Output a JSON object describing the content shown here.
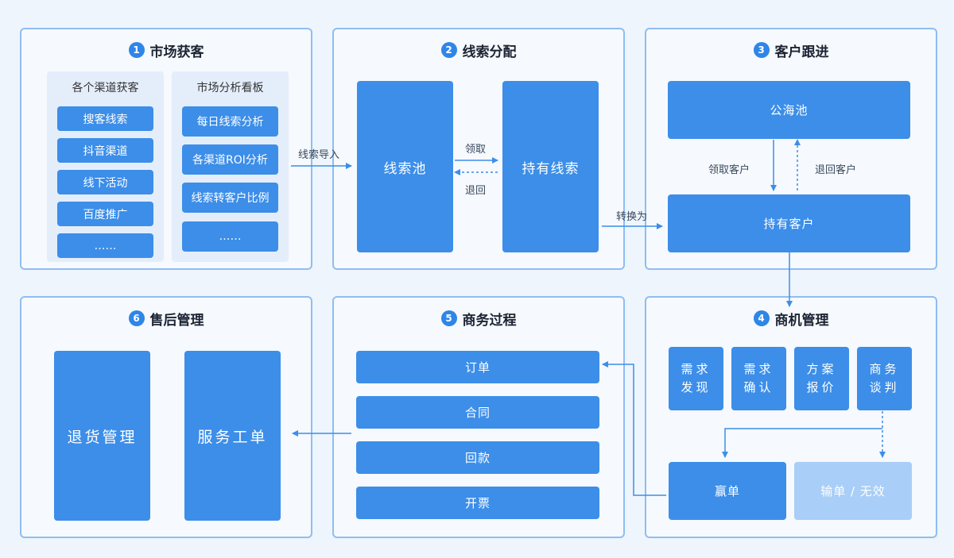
{
  "panels": {
    "p1": {
      "num": "1",
      "title": "市场获客",
      "left_group": {
        "title": "各个渠道获客",
        "items": [
          "搜客线索",
          "抖音渠道",
          "线下活动",
          "百度推广",
          "……"
        ]
      },
      "right_group": {
        "title": "市场分析看板",
        "items": [
          "每日线索分析",
          "各渠道ROI分析",
          "线索转客户比例",
          "……"
        ]
      }
    },
    "p2": {
      "num": "2",
      "title": "线索分配",
      "pool": "线索池",
      "owned": "持有线索",
      "claim": "领取",
      "return": "退回"
    },
    "p3": {
      "num": "3",
      "title": "客户跟进",
      "public_pool": "公海池",
      "owned": "持有客户",
      "claim": "领取客户",
      "return": "退回客户"
    },
    "p4": {
      "num": "4",
      "title": "商机管理",
      "steps": [
        {
          "line1": "需求",
          "line2": "发现"
        },
        {
          "line1": "需求",
          "line2": "确认"
        },
        {
          "line1": "方案",
          "line2": "报价"
        },
        {
          "line1": "商务",
          "line2": "谈判"
        }
      ],
      "win": "赢单",
      "lose": "输单 / 无效"
    },
    "p5": {
      "num": "5",
      "title": "商务过程",
      "items": [
        "订单",
        "合同",
        "回款",
        "开票"
      ]
    },
    "p6": {
      "num": "6",
      "title": "售后管理",
      "returns": "退货管理",
      "service": "服务工单"
    }
  },
  "connectors": {
    "import": "线索导入",
    "convert": "转换为"
  },
  "colors": {
    "background": "#eef5fc",
    "box": "#3c8ee9",
    "box_light": "#a9cef7",
    "border": "#8fbef3",
    "arrow": "#3c8ee9"
  }
}
